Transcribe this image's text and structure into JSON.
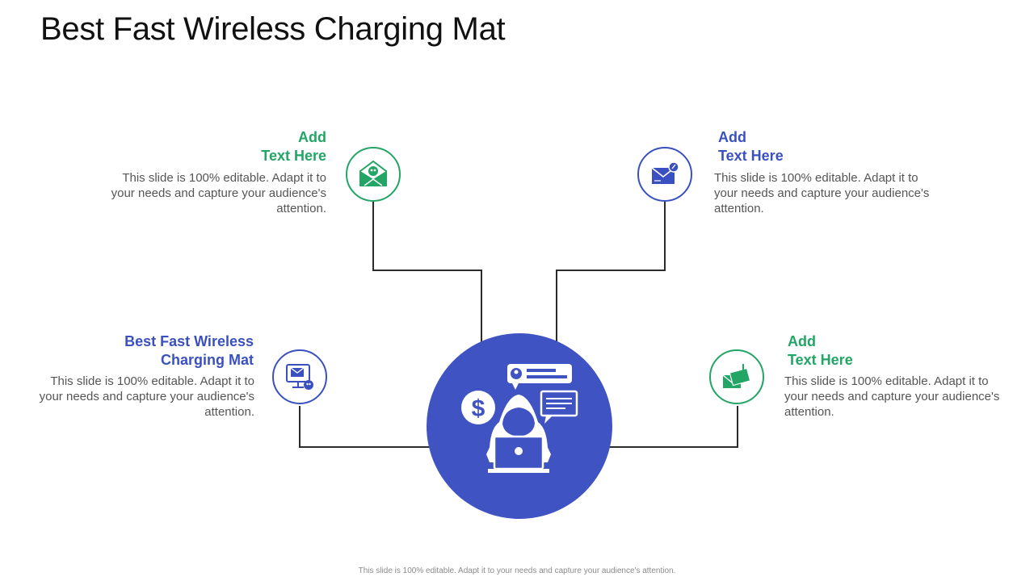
{
  "slide": {
    "title": "Best Fast Wireless Charging Mat",
    "footer": "This slide is 100% editable. Adapt it to your needs and capture your audience's attention."
  },
  "colors": {
    "green": "#22a565",
    "blue": "#3b50c0",
    "center_fill": "#3f53c3",
    "connector": "#2b2b2b"
  },
  "items": [
    {
      "id": "top-left",
      "heading_line1": "Add",
      "heading_line2": "Text Here",
      "description": "This slide is 100% editable. Adapt it to your needs and capture your audience's attention.",
      "icon": "mail-skull-icon",
      "accent": "green"
    },
    {
      "id": "top-right",
      "heading_line1": "Add",
      "heading_line2": "Text Here",
      "description": "This slide is 100% editable. Adapt it to your needs and capture your audience's attention.",
      "icon": "mail-attachment-icon",
      "accent": "blue"
    },
    {
      "id": "bottom-left",
      "heading_line1": "Best Fast Wireless",
      "heading_line2": "Charging Mat",
      "description": "This slide is 100% editable. Adapt it to your needs and capture your audience's attention.",
      "icon": "monitor-mail-skull-icon",
      "accent": "blue"
    },
    {
      "id": "bottom-right",
      "heading_line1": "Add",
      "heading_line2": "Text Here",
      "description": "This slide is 100% editable. Adapt it to your needs and capture your audience's attention.",
      "icon": "mail-fishing-hook-icon",
      "accent": "green"
    }
  ],
  "center": {
    "icon": "hacker-laptop-icon"
  }
}
